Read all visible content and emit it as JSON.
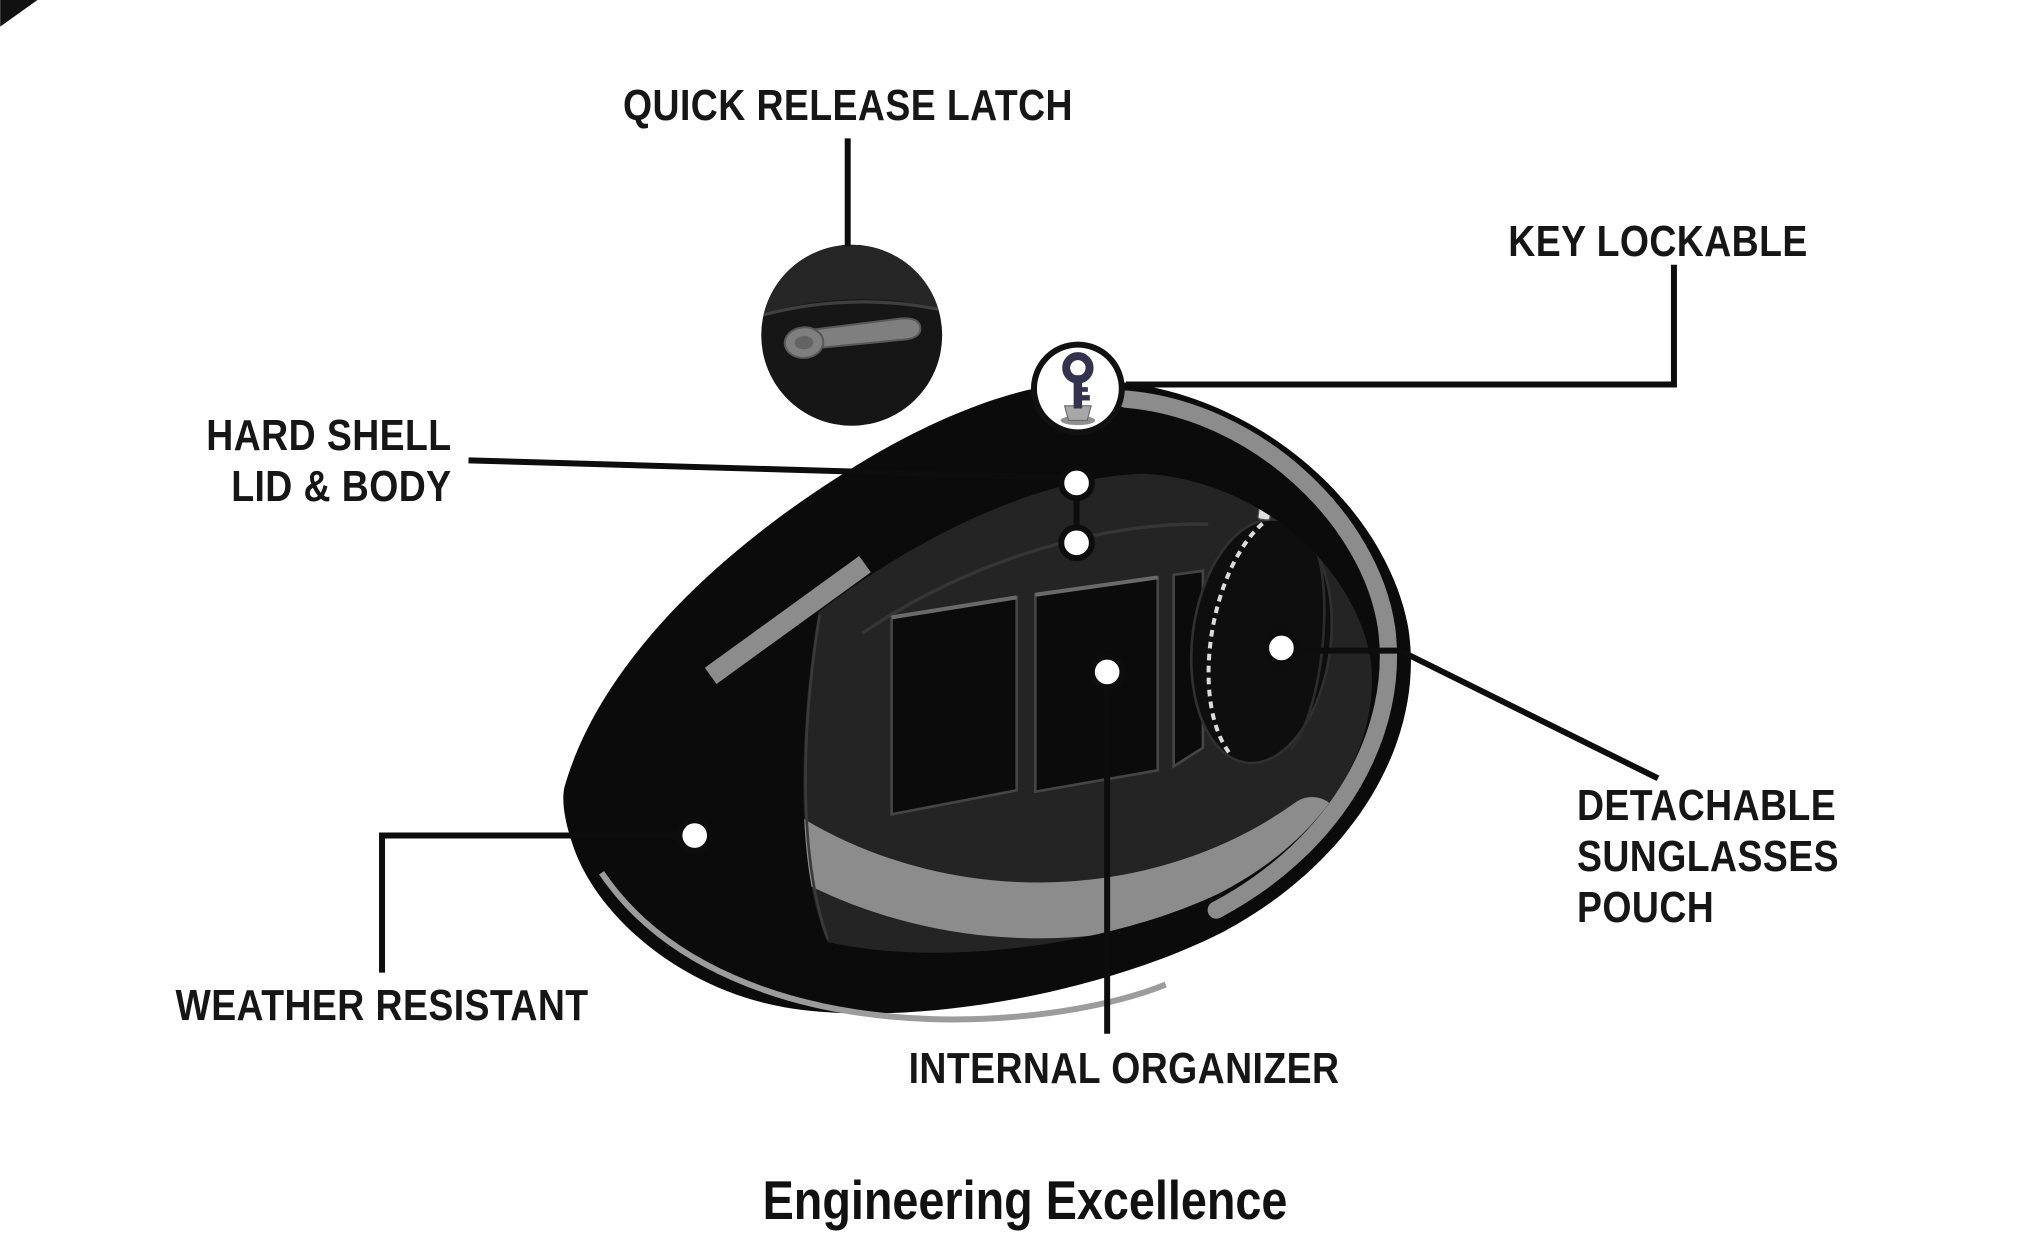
{
  "page": {
    "background": "#ffffff"
  },
  "colors": {
    "text": "#161616",
    "line": "#0d0d0d",
    "bag_shell": "#0b0b0b",
    "interior": "#242424",
    "rim_gray": "#8c8c8c",
    "floor_gray": "#8c8c8c",
    "pocket_black": "#0b0b0b",
    "latch_gray": "#7f7f7f",
    "key_body": "#33334d"
  },
  "callouts": {
    "quick_release_latch": "QUICK RELEASE LATCH",
    "key_lockable": "KEY LOCKABLE",
    "hard_shell_lid_body": "HARD SHELL\nLID & BODY",
    "weather_resistant": "WEATHER RESISTANT",
    "internal_organizer": "INTERNAL ORGANIZER",
    "detachable_sunglasses_pouch": "DETACHABLE\nSUNGLASSES POUCH"
  },
  "footer": {
    "tagline": "Engineering Excellence"
  }
}
